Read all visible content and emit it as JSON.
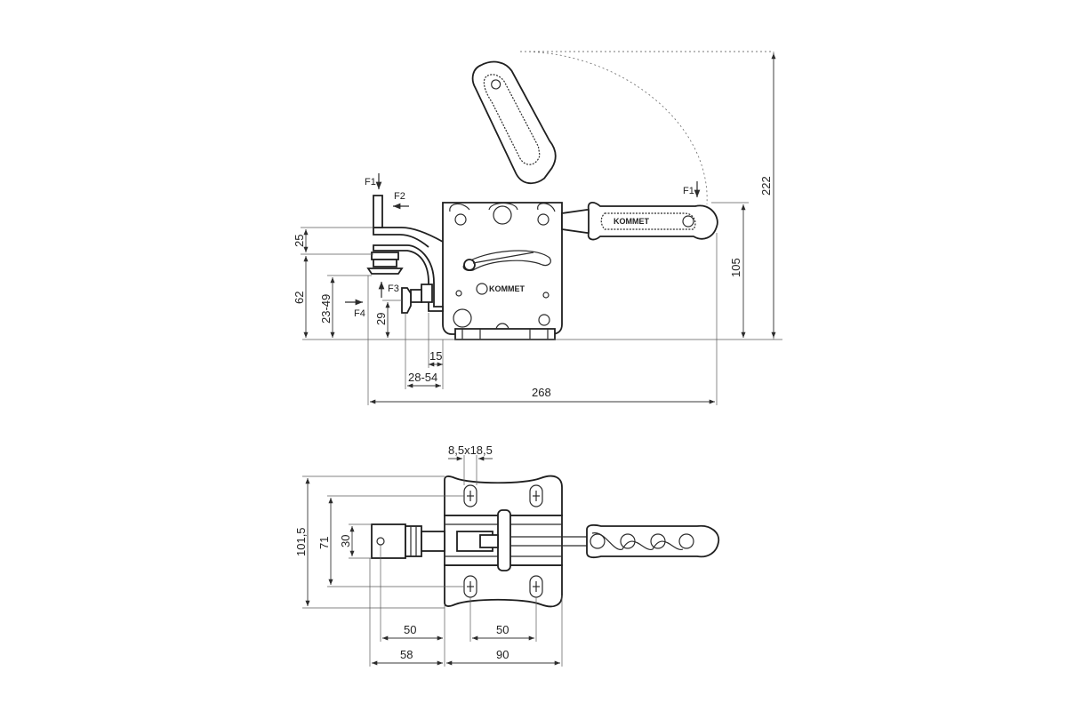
{
  "dimensions": {
    "d222": "222",
    "d105": "105",
    "d268": "268",
    "d25": "25",
    "d62": "62",
    "d23_49": "23-49",
    "d29": "29",
    "d15": "15",
    "d28_54": "28-54",
    "d8_5x18_5": "8,5x18,5",
    "d101_5": "101,5",
    "d71": "71",
    "d30": "30",
    "d50_left": "50",
    "d50_right": "50",
    "d58": "58",
    "d90": "90"
  },
  "forces": {
    "f1_top": "F1",
    "f2": "F2",
    "f3": "F3",
    "f4": "F4",
    "f1_handle": "F1"
  },
  "brand": {
    "logo_text": "KOMMET",
    "handle_text": "KOMMET"
  }
}
